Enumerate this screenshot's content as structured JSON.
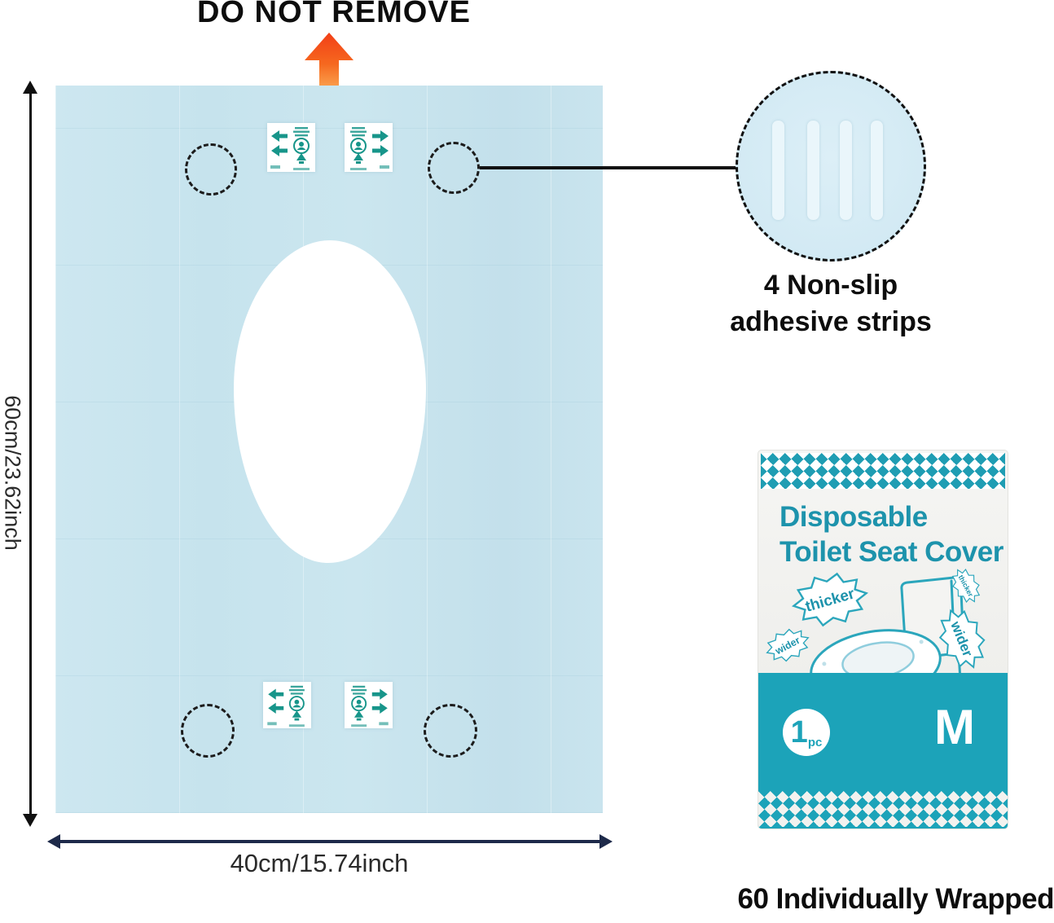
{
  "header": {
    "do_not_remove": "DO NOT REMOVE"
  },
  "sheet": {
    "height_label": "60cm/23.62inch",
    "width_label": "40cm/15.74inch"
  },
  "callout": {
    "line1": "4 Non-slip",
    "line2": "adhesive strips"
  },
  "package": {
    "title_line1": "Disposable",
    "title_line2": "Toilet Seat Cover",
    "burst_thicker": "thicker",
    "burst_wider": "wider",
    "count_value": "1",
    "count_unit": "pc",
    "size_label": "M"
  },
  "footer": {
    "wrapped_label": "60 Individually Wrapped"
  },
  "colors": {
    "sheet_blue": "#c8e4ee",
    "magnifier_blue": "#d3eaf4",
    "strip_blue": "#eaf6fb",
    "teal_band": "#1ca3b9",
    "title_teal": "#1d93ac",
    "sticker_teal": "#17958a",
    "arrow_orange_top": "#f23f17",
    "arrow_orange_bottom": "#fba637",
    "dimension_navy": "#1e2a4a",
    "text_black": "#0d0d0d"
  }
}
